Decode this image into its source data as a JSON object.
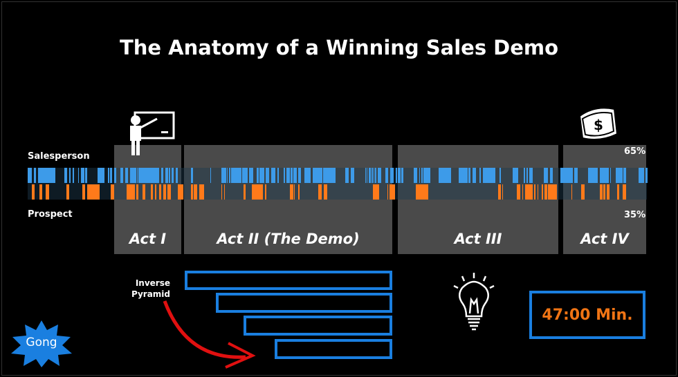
{
  "title": "The Anatomy of a Winning Sales Demo",
  "timeline": {
    "salesperson_label": "Salesperson",
    "prospect_label": "Prospect",
    "salesperson_pct": "65%",
    "prospect_pct": "35%",
    "colors": {
      "salesperson": "#3d9be9",
      "prospect": "#ff7a1a"
    }
  },
  "acts": [
    {
      "label": "Act I"
    },
    {
      "label": "Act II (The Demo)"
    },
    {
      "label": "Act III"
    },
    {
      "label": "Act IV"
    }
  ],
  "pyramid": {
    "label_line1": "Inverse",
    "label_line2": "Pyramid"
  },
  "duration": "47:00 Min.",
  "logo": "Gong"
}
